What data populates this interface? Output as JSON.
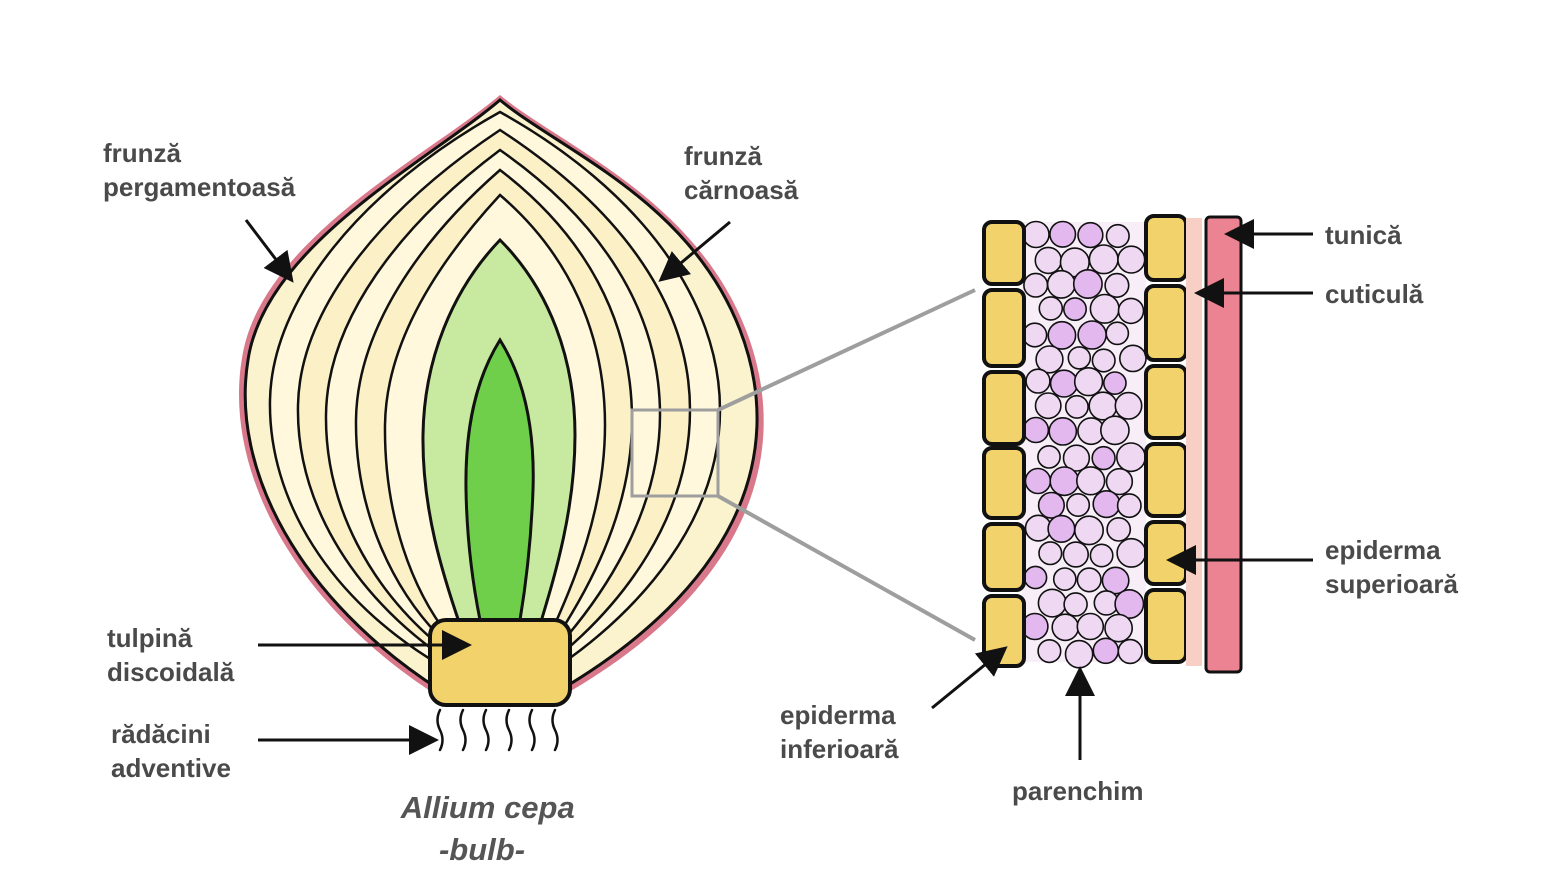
{
  "labels": {
    "frunza_pergamentoasa": [
      "frunză",
      "pergamentoasă"
    ],
    "frunza_carnoasa": [
      "frunză",
      "cărnoasă"
    ],
    "tulpina_discoidala": [
      "tulpină",
      "discoidală"
    ],
    "radacini_adventive": [
      "rădăcini",
      "adventive"
    ],
    "tunica": "tunică",
    "cuticula": "cuticulă",
    "epiderma_superioara": [
      "epiderma",
      "superioară"
    ],
    "epiderma_inferioara": [
      "epiderma",
      "inferioară"
    ],
    "parenchim": "parenchim"
  },
  "caption": [
    "Allium cepa",
    "-bulb-"
  ],
  "colors": {
    "outer_skin": "#d9788a",
    "bulb_fill": "#fbf3cd",
    "scale_inner": "#fffbe6",
    "green_light": "#c8eaa0",
    "green_core": "#6fcf4a",
    "stem_fill": "#f2d36b",
    "epidermis_cell": "#f2d36b",
    "parenchyma_cell": "#efd9f2",
    "parenchyma_dark": "#e2b8ee",
    "cuticle": "#f7cfc4",
    "tunic": "#ec8393",
    "zoom_line": "#9e9e9e",
    "label_text": "#4a4a4a"
  }
}
